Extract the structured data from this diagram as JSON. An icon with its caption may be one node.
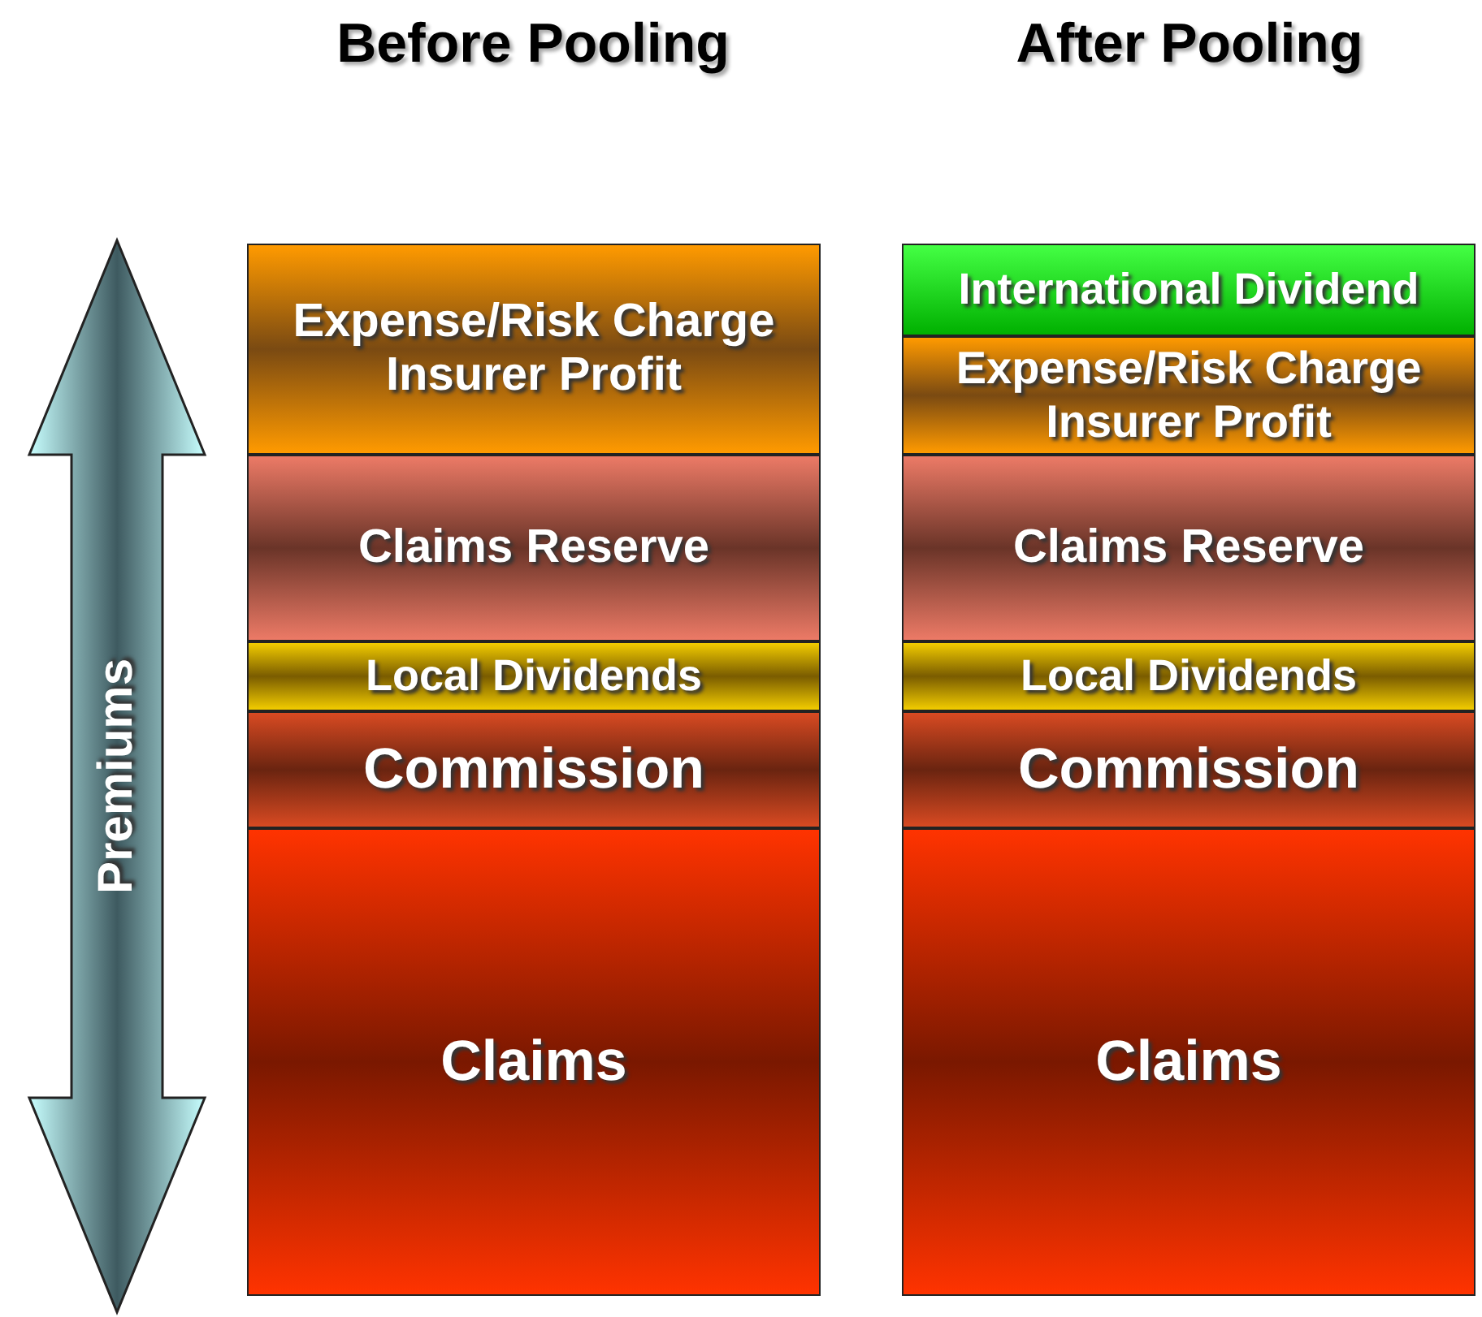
{
  "diagram": {
    "nodes": [
      {
        "text": [
          "Premiums"
        ]
      },
      {
        "text": [
          "Expense/Risk Charge Insurer Profit"
        ]
      },
      {
        "text": [
          "Claims Reserve"
        ]
      },
      {
        "text": [
          "Local Dividends"
        ]
      },
      {
        "text": [
          "Commission"
        ]
      },
      {
        "text": [
          "Claims"
        ]
      },
      {
        "text": [
          "International Dividend"
        ]
      },
      {
        "text": [
          "Expense/Risk Charge Insurer Profit"
        ]
      },
      {
        "text": [
          "Claims Reserve"
        ]
      },
      {
        "text": [
          "Local Dividends"
        ]
      },
      {
        "text": [
          "Commission"
        ]
      },
      {
        "text": [
          "Claims"
        ]
      }
    ],
    "edges": [],
    "labels": [
      "Before Pooling",
      "After Pooling"
    ]
  }
}
